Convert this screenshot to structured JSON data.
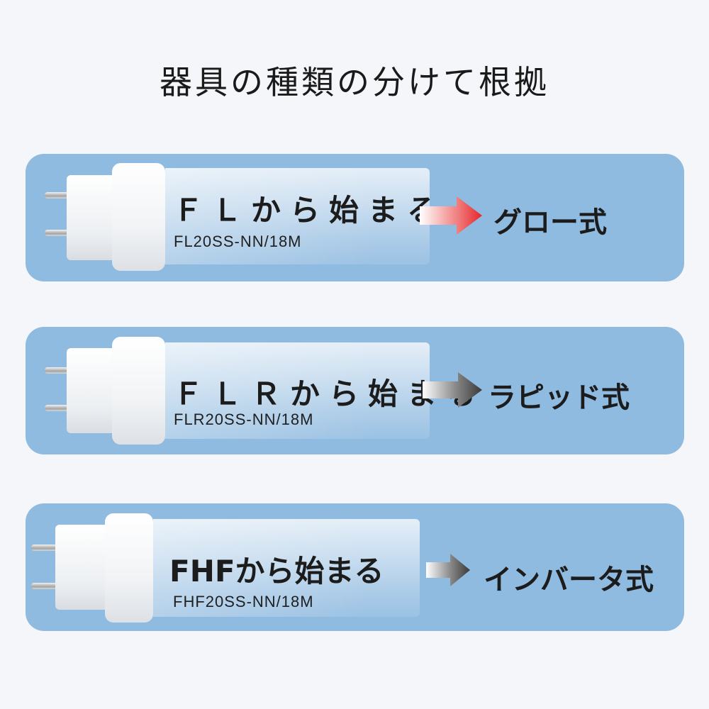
{
  "title": "器具の種類の分けて根拠",
  "rows": [
    {
      "prefix_label": "ＦＬから始まる",
      "model": "FL20SS-NN/18M",
      "method": "グロー式",
      "arrow_color": "#e8262b"
    },
    {
      "prefix_label": "ＦＬＲから始まる",
      "model": "FLR20SS-NN/18M",
      "method": "ラピッド式",
      "arrow_color": "#3a3a3a"
    },
    {
      "prefix_label": "FHFから始まる",
      "model": "FHF20SS-NN/18M",
      "method": "インバータ式",
      "arrow_color": "#3a3a3a"
    }
  ],
  "colors": {
    "background": "#f4f6fa",
    "card": "#8fbbe0"
  }
}
